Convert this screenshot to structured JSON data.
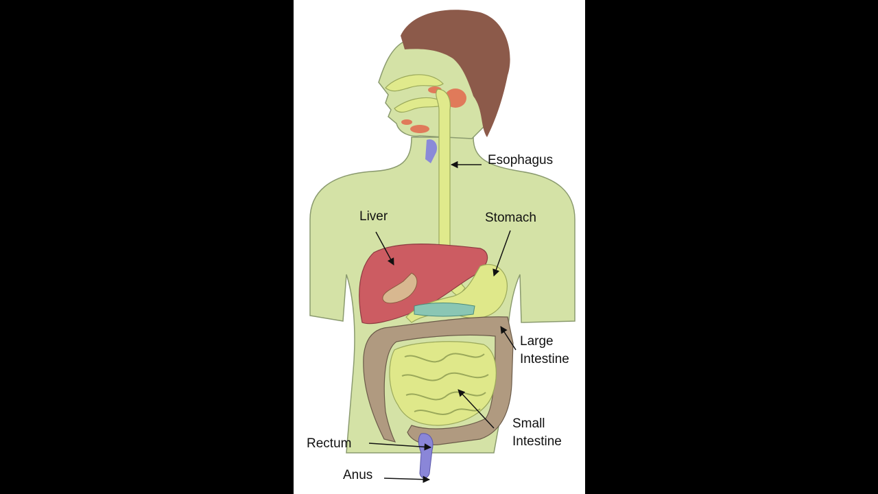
{
  "labels": {
    "esophagus": "Esophagus",
    "liver": "Liver",
    "stomach": "Stomach",
    "large_intestine": "Large\nIntestine",
    "small_intestine": "Small\nIntestine",
    "rectum": "Rectum",
    "anus": "Anus"
  },
  "colors": {
    "background": "#000000",
    "panel": "#ffffff",
    "body": "#d4e2a6",
    "body_outline": "#8a9a6e",
    "hair": "#8c5a4a",
    "tract": "#e0ea8c",
    "liver": "#cc5c62",
    "large_intestine": "#b09a80",
    "small_intestine": "#dfe88a",
    "rectum": "#8a86d8",
    "glands": "#e07a5a",
    "trachea": "#8a8ad8",
    "pancreas": "#8ac6b4"
  }
}
